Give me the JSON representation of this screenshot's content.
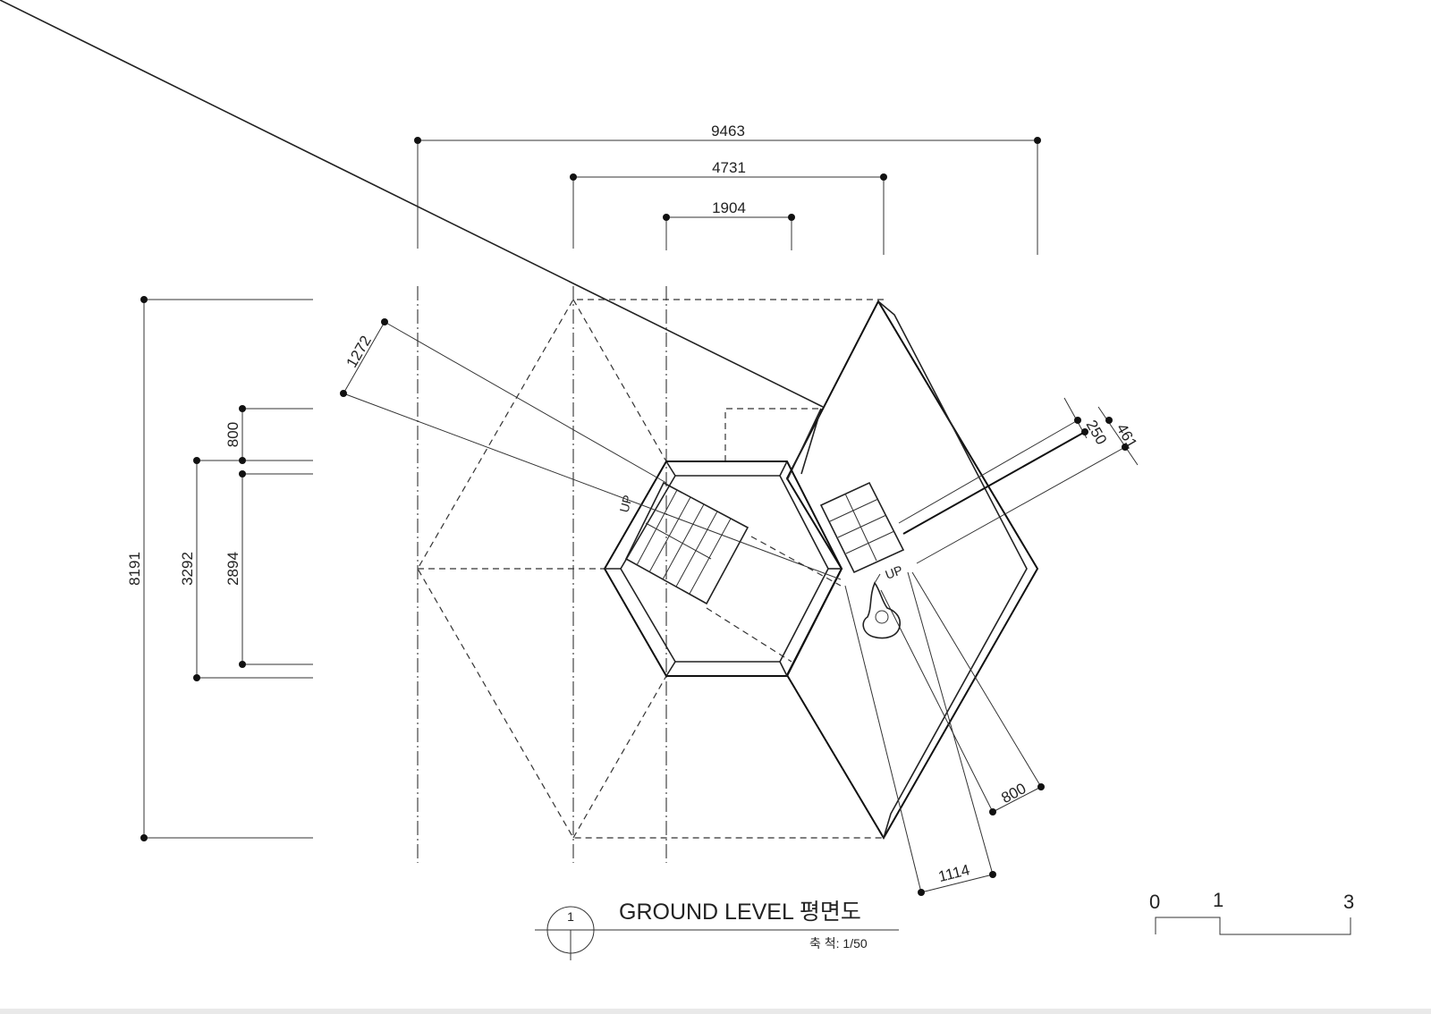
{
  "title": {
    "marker_number": "1",
    "name": "GROUND LEVEL 평면도",
    "scale_note": "축 척: 1/50"
  },
  "dimensions": {
    "top_overall": "9463",
    "top_middle": "4731",
    "top_inner": "1904",
    "left_overall": "8191",
    "left_middle": "3292",
    "left_inner": "2894",
    "left_top": "800",
    "diagonal_left": "1272",
    "diagonal_right_a": "250",
    "diagonal_right_b": "461",
    "ramp_width": "800",
    "ramp_bottom": "1114"
  },
  "stair_labels": {
    "left": "UP",
    "right": "UP"
  },
  "scale_bar": {
    "tick_0": "0",
    "tick_1": "1",
    "tick_3": "3"
  }
}
